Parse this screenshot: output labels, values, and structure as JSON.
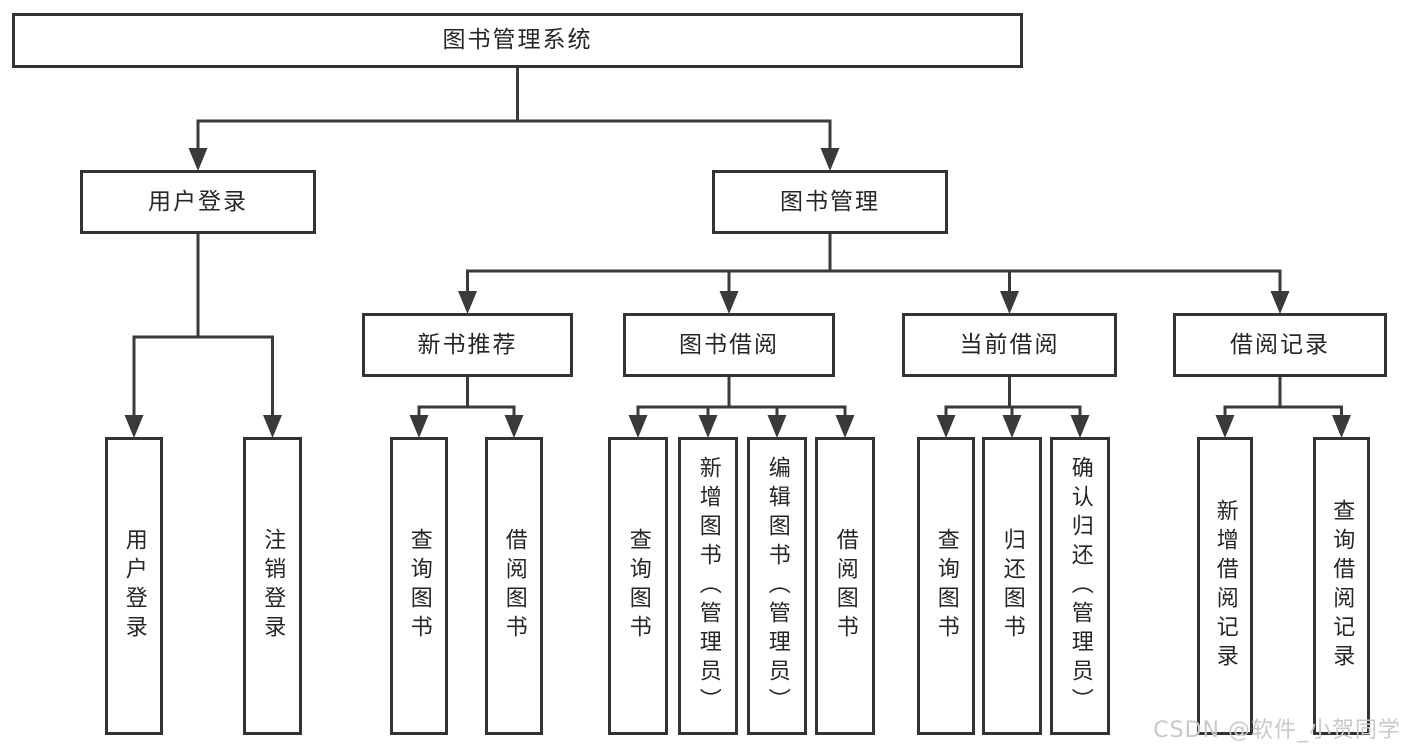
{
  "diagram": {
    "title": "图书管理系统",
    "watermark": "CSDN @软件_小贺同学",
    "colors": {
      "line": "#3a3a3a",
      "box_border": "#333333",
      "box_fill": "#ffffff",
      "text": "#262626",
      "watermark": "#c9c9c9",
      "background": "#ffffff"
    },
    "nodes": {
      "root": {
        "label": "图书管理系统"
      },
      "login": {
        "label": "用户登录"
      },
      "bookmgmt": {
        "label": "图书管理"
      },
      "newbook": {
        "label": "新书推荐"
      },
      "bookborrow": {
        "label": "图书借阅"
      },
      "currentborrow": {
        "label": "当前借阅"
      },
      "borrowrecords": {
        "label": "借阅记录"
      },
      "login-user": {
        "label": "用户登录"
      },
      "login-logout": {
        "label": "注销登录"
      },
      "nb-query": {
        "label": "查询图书"
      },
      "nb-borrow": {
        "label": "借阅图书"
      },
      "bb-query": {
        "label": "查询图书"
      },
      "bb-add": {
        "label": "新增图书（管理员）"
      },
      "bb-edit": {
        "label": "编辑图书（管理员）"
      },
      "bb-borrow": {
        "label": "借阅图书"
      },
      "cb-query": {
        "label": "查询图书"
      },
      "cb-return": {
        "label": "归还图书"
      },
      "cb-confirm": {
        "label": "确认归还（管理员）"
      },
      "br-add": {
        "label": "新增借阅记录"
      },
      "br-query": {
        "label": "查询借阅记录"
      }
    },
    "edges": [
      {
        "from": "root",
        "to": [
          "login",
          "bookmgmt"
        ]
      },
      {
        "from": "login",
        "to": [
          "login-user",
          "login-logout"
        ]
      },
      {
        "from": "bookmgmt",
        "to": [
          "newbook",
          "bookborrow",
          "currentborrow",
          "borrowrecords"
        ]
      },
      {
        "from": "newbook",
        "to": [
          "nb-query",
          "nb-borrow"
        ]
      },
      {
        "from": "bookborrow",
        "to": [
          "bb-query",
          "bb-add",
          "bb-edit",
          "bb-borrow"
        ]
      },
      {
        "from": "currentborrow",
        "to": [
          "cb-query",
          "cb-return",
          "cb-confirm"
        ]
      },
      {
        "from": "borrowrecords",
        "to": [
          "br-add",
          "br-query"
        ]
      }
    ]
  }
}
